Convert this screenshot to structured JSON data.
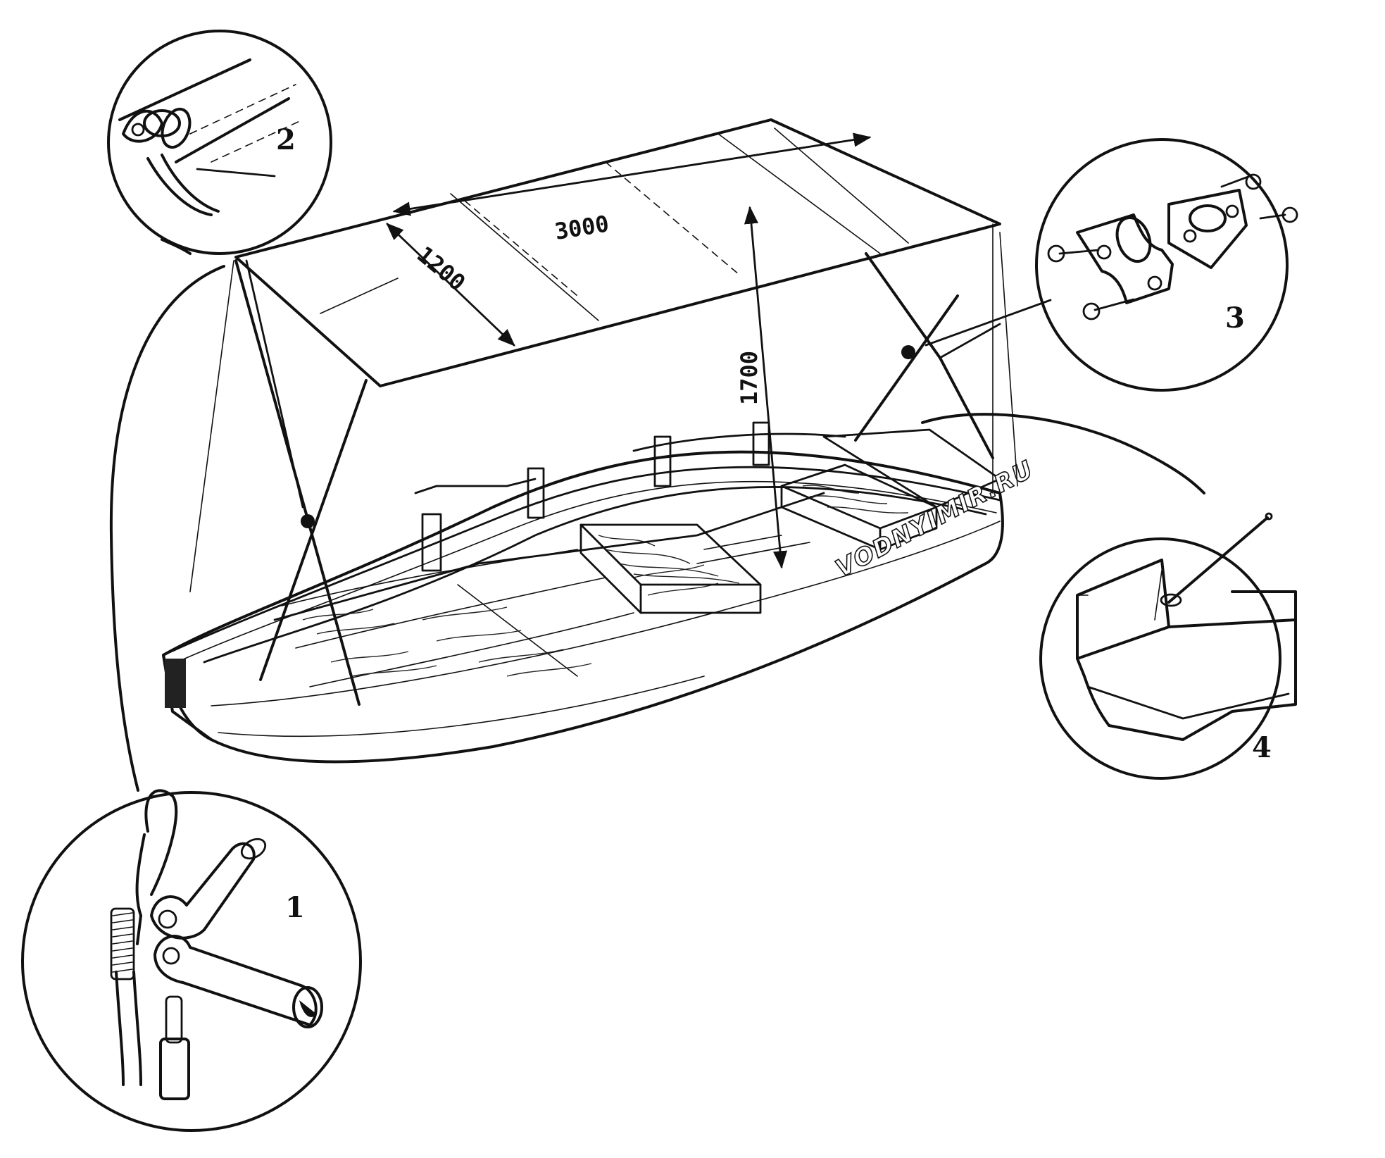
{
  "dimensions": {
    "length": "3000",
    "width": "1200",
    "height": "1700"
  },
  "callouts": [
    {
      "number": "1"
    },
    {
      "number": "2"
    },
    {
      "number": "3"
    },
    {
      "number": "4"
    }
  ],
  "watermark": "VODNYIMIR.RU"
}
